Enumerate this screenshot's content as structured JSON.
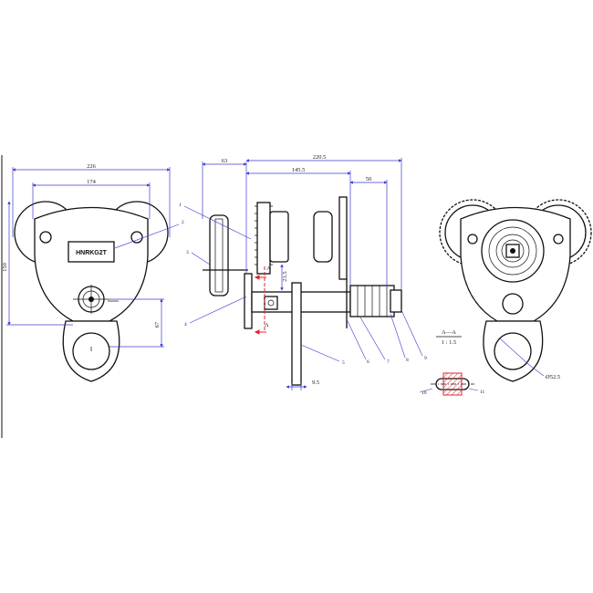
{
  "nameplate": "HNRKG2T",
  "dimensions": {
    "width_overall": "226",
    "width_wheels": "174",
    "height_overall": "150",
    "hole_offset": "67",
    "side_left": "63",
    "side_total": "220.5",
    "side_mid": "145.5",
    "side_right": "50",
    "plate_thick": "9.5",
    "shaft_dim": "21.5",
    "hole_dia": "Ø52.5"
  },
  "section": {
    "marker": "A",
    "title": "A—A",
    "scale": "1 : 1.5"
  },
  "part_numbers": [
    "1",
    "2",
    "3",
    "4",
    "5",
    "6",
    "7",
    "8",
    "9",
    "10",
    "11"
  ],
  "colors": {
    "dimension": "#3b3bd1",
    "section_marker": "#e0242b",
    "outline": "#111111"
  }
}
